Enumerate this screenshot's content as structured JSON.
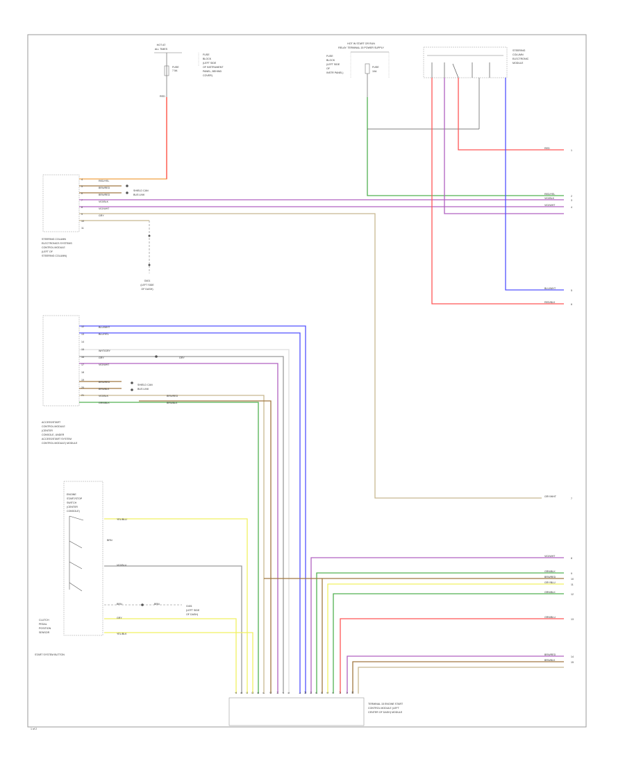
{
  "page": {
    "page_number": "1 of 2"
  },
  "fuse_top_left": {
    "title": [
      "HOT AT",
      "ALL TIMES"
    ],
    "fuse_label": [
      "FUSE",
      "7.5A"
    ],
    "notes": [
      "FUSE",
      "BLOCK",
      "(LEFT SIDE",
      "OF INSTRUMENT",
      "PANEL, BEHIND",
      "COVER)"
    ]
  },
  "fuse_top_center": {
    "title": [
      "HOT IN START OR RUN",
      "RELAY: TERMINAL 15 POWER SUPPLY"
    ],
    "sub": [
      "FUSE",
      "BLOCK",
      "(LEFT SIDE",
      "OF",
      "INSTR PANEL)"
    ],
    "fuse_label": [
      "FUSE",
      "10A"
    ]
  },
  "relay_top_right": {
    "label": [
      "STEERING",
      "COLUMN",
      "ELECTRONIC",
      "MODULE"
    ]
  },
  "modules": {
    "steering_column": [
      "STEERING COLUMN",
      "ELECTRONICS SYSTEMS",
      "CONTROL MODULE",
      "(LEFT OF",
      "STEERING COLUMN)"
    ],
    "ground_mid": [
      "G401",
      "(LEFT SIDE",
      "OF DASH)"
    ],
    "access_start": [
      "ACCESS/START",
      "CONTROL MODULE",
      "(CENTER",
      "CONSOLE, UNDER",
      "ACCESS/START SYSTEM",
      "CONTROL MODULE) MODULE"
    ],
    "start_button": "START SYSTEM BUTTON",
    "start_inner": [
      "ENGINE",
      "START/STOP",
      "SWITCH",
      "(CENTER",
      "CONSOLE)"
    ],
    "brake_note": [
      "CLUTCH",
      "PEDAL",
      "POSITION",
      "SENSOR"
    ],
    "ground_low": [
      "G401",
      "(LEFT SIDE",
      "OF DASH)"
    ],
    "bottom_connector": [
      "TERMINAL 15 ENGINE START",
      "CONTROL MODULE (LEFT",
      "CENTER OF DASH) MODULE"
    ]
  },
  "wire_labels": {
    "top_red": "RED",
    "orange1": "RED/YEL",
    "brn1": "BRN/RED",
    "vio1": "VIO/BLK",
    "vio2": "VIO/WHT",
    "gry1": "GRY",
    "splice_note": [
      "SHIELD CAN",
      "BUS LINK"
    ],
    "blu1": "BLU/WHT",
    "blu2": "BLU/YEL",
    "wht1": "WHT/GRY",
    "tan1": "GRY",
    "brn2": "BRN/RED",
    "brn3": "BRN/BLK",
    "grn1": "GRN/BLK",
    "yel1": "YEL/BLU",
    "gry2": "VIO/BLU",
    "red2": "RED",
    "sw1": "YEL/BLU",
    "sw2": "VIO/BLU",
    "sw3": "GRY",
    "sw4": "BRN",
    "sw5": "YEL/BLK"
  },
  "right_labels": {
    "r1": "RED",
    "r2": "GRN/BLU",
    "r3": "VIO/BLK",
    "r4": "VIO/WHT",
    "r5": "BLU/WHT",
    "r6": "RED/BLK",
    "r7": "GRY/WHT",
    "r8": "VIO/WHT",
    "r9": "GRN/BLK",
    "r10": "BRN/RED",
    "r11": "GRY/BLU",
    "r12": "GRN/BLK",
    "r13": "RED/YEL",
    "r14": "BRN/RED",
    "r15": "BRN/BLK"
  },
  "right_refs": [
    "1",
    "2",
    "3",
    "4",
    "5",
    "6",
    "7",
    "8",
    "9",
    "10",
    "11",
    "12",
    "13",
    "14",
    "15"
  ],
  "pins_left": [
    "4",
    "5",
    "6",
    "7",
    "8",
    "9",
    "10",
    "11"
  ],
  "pins_access": [
    "12",
    "13",
    "14",
    "15",
    "16",
    "17",
    "18",
    "19",
    "20",
    "21"
  ],
  "pins_bottom": [
    "A",
    "B",
    "C",
    "D",
    "E",
    "F",
    "G",
    "H",
    "J",
    "K",
    "L",
    "M",
    "N",
    "P",
    "R",
    "S",
    "T",
    "U",
    "V",
    "W"
  ],
  "colors": {
    "red": "#ff5555",
    "orange": "#f0a040",
    "brown": "#a07840",
    "violet": "#b060c0",
    "green": "#50b050",
    "blue": "#5050ff",
    "yellow": "#f0f060",
    "tan": "#c8b890",
    "gray": "#9a9a9a",
    "dark": "#555555"
  }
}
